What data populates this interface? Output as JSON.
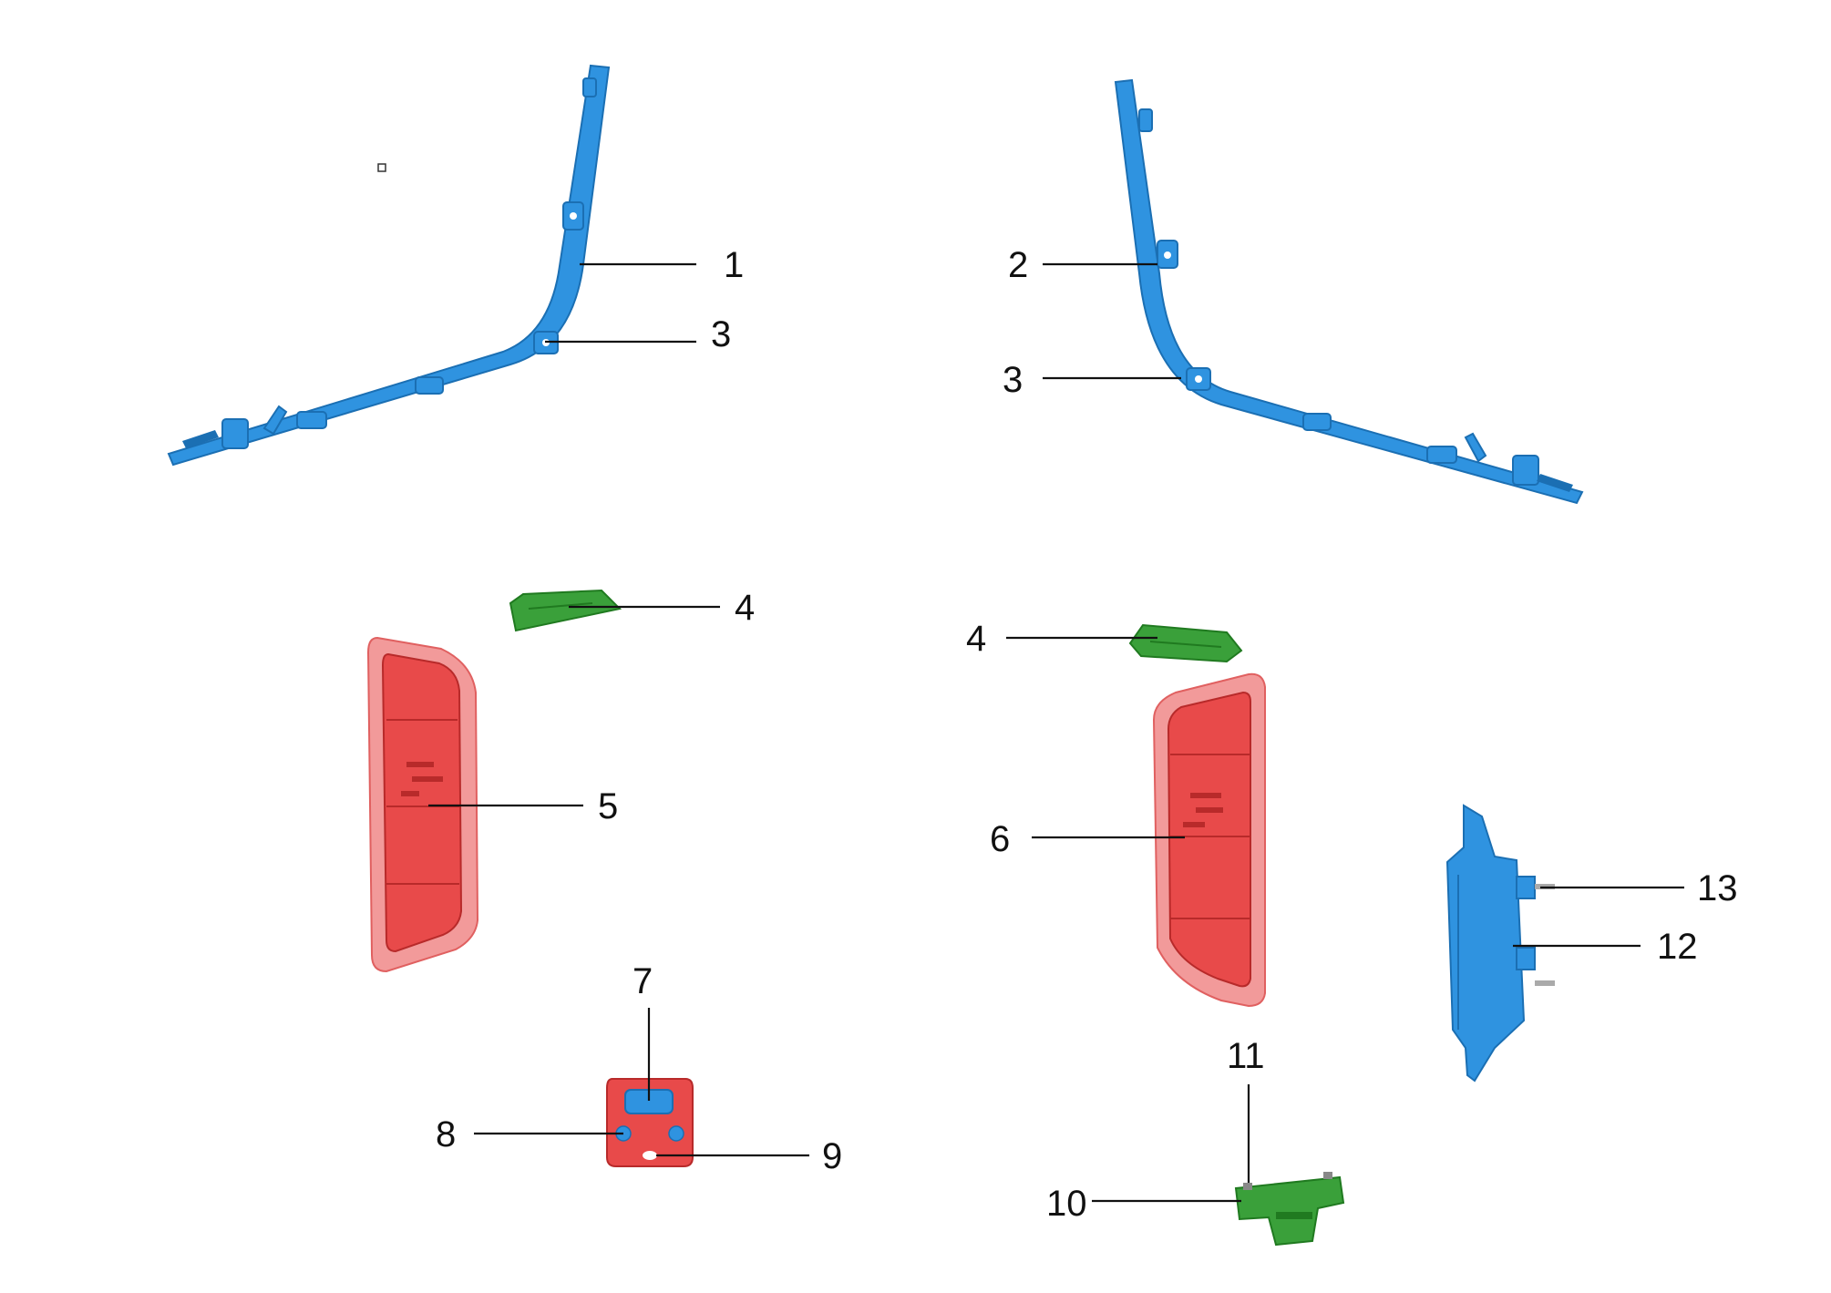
{
  "callouts": {
    "c1": "1",
    "c2": "2",
    "c3a": "3",
    "c3b": "3",
    "c4a": "4",
    "c4b": "4",
    "c5": "5",
    "c6": "6",
    "c7": "7",
    "c8": "8",
    "c9": "9",
    "c10": "10",
    "c11": "11",
    "c12": "12",
    "c13": "13"
  },
  "colors": {
    "rail_blue": "#2f93e0",
    "rail_blue_dark": "#1b6fb3",
    "bezel_red": "#e84a4a",
    "bezel_red_dark": "#b82a2a",
    "bezel_red_light": "#f29a9a",
    "clip_green": "#3aa03a",
    "clip_green_dark": "#207a20",
    "leader_black": "#111111"
  }
}
